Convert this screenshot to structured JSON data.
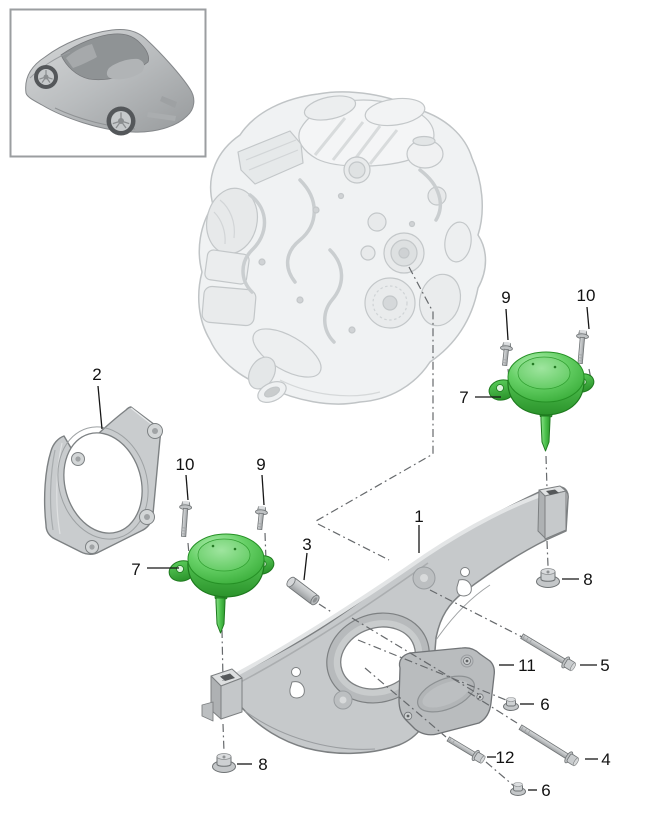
{
  "diagram": {
    "colors": {
      "highlight_green": "#3fbf3f",
      "part_gray": "#c6c9ca",
      "center_line": "#66696c"
    },
    "labels": {
      "pos1": "1",
      "pos2": "2",
      "pos3": "3",
      "pos4": "4",
      "pos5": "5",
      "pos6_upper": "6",
      "pos6_lower": "6",
      "pos7_left": "7",
      "pos7_right": "7",
      "pos8_left": "8",
      "pos8_right": "8",
      "pos9_left": "9",
      "pos9_right": "9",
      "pos10_left": "10",
      "pos10_right": "10",
      "pos11": "11",
      "pos12": "12"
    }
  }
}
